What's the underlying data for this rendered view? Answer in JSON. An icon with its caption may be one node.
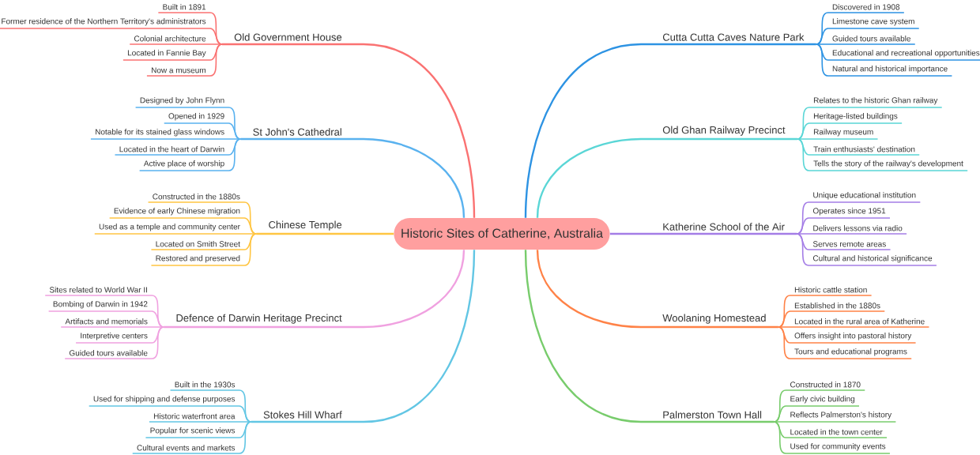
{
  "diagram": {
    "nodes": [
      {
        "text": [
          "Historic Sites of Catherine, Australia"
        ]
      },
      {
        "text": [
          "Old Government House"
        ]
      },
      {
        "text": [
          "Built in 1891"
        ]
      },
      {
        "text": [
          "Former residence of the Northern Territory's administrators"
        ]
      },
      {
        "text": [
          "Colonial architecture"
        ]
      },
      {
        "text": [
          "Located in Fannie Bay"
        ]
      },
      {
        "text": [
          "Now a museum"
        ]
      },
      {
        "text": [
          "St John's Cathedral"
        ]
      },
      {
        "text": [
          "Designed by John Flynn"
        ]
      },
      {
        "text": [
          "Opened in 1929"
        ]
      },
      {
        "text": [
          "Notable for its stained glass windows"
        ]
      },
      {
        "text": [
          "Located in the heart of Darwin"
        ]
      },
      {
        "text": [
          "Active place of worship"
        ]
      },
      {
        "text": [
          "Chinese Temple"
        ]
      },
      {
        "text": [
          "Constructed in the 1880s"
        ]
      },
      {
        "text": [
          "Evidence of early Chinese migration"
        ]
      },
      {
        "text": [
          "Used as a temple and community center"
        ]
      },
      {
        "text": [
          "Located on Smith Street"
        ]
      },
      {
        "text": [
          "Restored and preserved"
        ]
      },
      {
        "text": [
          "Defence of Darwin Heritage Precinct"
        ]
      },
      {
        "text": [
          "Sites related to World War II"
        ]
      },
      {
        "text": [
          "Bombing of Darwin in 1942"
        ]
      },
      {
        "text": [
          "Artifacts and memorials"
        ]
      },
      {
        "text": [
          "Interpretive centers"
        ]
      },
      {
        "text": [
          "Guided tours available"
        ]
      },
      {
        "text": [
          "Stokes Hill Wharf"
        ]
      },
      {
        "text": [
          "Built in the 1930s"
        ]
      },
      {
        "text": [
          "Used for shipping and defense purposes"
        ]
      },
      {
        "text": [
          "Historic waterfront area"
        ]
      },
      {
        "text": [
          "Popular for scenic views"
        ]
      },
      {
        "text": [
          "Cultural events and markets"
        ]
      },
      {
        "text": [
          "Cutta Cutta Caves Nature Park"
        ]
      },
      {
        "text": [
          "Discovered in 1908"
        ]
      },
      {
        "text": [
          "Limestone cave system"
        ]
      },
      {
        "text": [
          "Guided tours available"
        ]
      },
      {
        "text": [
          "Educational and recreational opportunities"
        ]
      },
      {
        "text": [
          "Natural and historical importance"
        ]
      },
      {
        "text": [
          "Old Ghan Railway Precinct"
        ]
      },
      {
        "text": [
          "Relates to the historic Ghan railway"
        ]
      },
      {
        "text": [
          "Heritage-listed buildings"
        ]
      },
      {
        "text": [
          "Railway museum"
        ]
      },
      {
        "text": [
          "Train enthusiasts' destination"
        ]
      },
      {
        "text": [
          "Tells the story of the railway's development"
        ]
      },
      {
        "text": [
          "Katherine School of the Air"
        ]
      },
      {
        "text": [
          "Unique educational institution"
        ]
      },
      {
        "text": [
          "Operates since 1951"
        ]
      },
      {
        "text": [
          "Delivers lessons via radio"
        ]
      },
      {
        "text": [
          "Serves remote areas"
        ]
      },
      {
        "text": [
          "Cultural and historical significance"
        ]
      },
      {
        "text": [
          "Woolaning Homestead"
        ]
      },
      {
        "text": [
          "Historic cattle station"
        ]
      },
      {
        "text": [
          "Established in the 1880s"
        ]
      },
      {
        "text": [
          "Located in the rural area of Katherine"
        ]
      },
      {
        "text": [
          "Offers insight into pastoral history"
        ]
      },
      {
        "text": [
          "Tours and educational programs"
        ]
      },
      {
        "text": [
          "Palmerston Town Hall"
        ]
      },
      {
        "text": [
          "Constructed in 1870"
        ]
      },
      {
        "text": [
          "Early civic building"
        ]
      },
      {
        "text": [
          "Reflects Palmerston's history"
        ]
      },
      {
        "text": [
          "Located in the town center"
        ]
      },
      {
        "text": [
          "Used for community events"
        ]
      }
    ],
    "edges": [
      {
        "from": 0,
        "to": 1,
        "arrow": "none",
        "color": "#fa7272"
      },
      {
        "from": 1,
        "to": 2,
        "arrow": "none",
        "color": "#fa7272"
      },
      {
        "from": 1,
        "to": 3,
        "arrow": "none",
        "color": "#fa7272"
      },
      {
        "from": 1,
        "to": 4,
        "arrow": "none",
        "color": "#fa7272"
      },
      {
        "from": 1,
        "to": 5,
        "arrow": "none",
        "color": "#fa7272"
      },
      {
        "from": 1,
        "to": 6,
        "arrow": "none",
        "color": "#fa7272"
      },
      {
        "from": 0,
        "to": 7,
        "arrow": "none",
        "color": "#5ab2ef"
      },
      {
        "from": 7,
        "to": 8,
        "arrow": "none",
        "color": "#5ab2ef"
      },
      {
        "from": 7,
        "to": 9,
        "arrow": "none",
        "color": "#5ab2ef"
      },
      {
        "from": 7,
        "to": 10,
        "arrow": "none",
        "color": "#5ab2ef"
      },
      {
        "from": 7,
        "to": 11,
        "arrow": "none",
        "color": "#5ab2ef"
      },
      {
        "from": 7,
        "to": 12,
        "arrow": "none",
        "color": "#5ab2ef"
      },
      {
        "from": 0,
        "to": 13,
        "arrow": "none",
        "color": "#ffc542"
      },
      {
        "from": 13,
        "to": 14,
        "arrow": "none",
        "color": "#ffc542"
      },
      {
        "from": 13,
        "to": 15,
        "arrow": "none",
        "color": "#ffc542"
      },
      {
        "from": 13,
        "to": 16,
        "arrow": "none",
        "color": "#ffc542"
      },
      {
        "from": 13,
        "to": 17,
        "arrow": "none",
        "color": "#ffc542"
      },
      {
        "from": 13,
        "to": 18,
        "arrow": "none",
        "color": "#ffc542"
      },
      {
        "from": 0,
        "to": 19,
        "arrow": "none",
        "color": "#f0a1e0"
      },
      {
        "from": 19,
        "to": 20,
        "arrow": "none",
        "color": "#f0a1e0"
      },
      {
        "from": 19,
        "to": 21,
        "arrow": "none",
        "color": "#f0a1e0"
      },
      {
        "from": 19,
        "to": 22,
        "arrow": "none",
        "color": "#f0a1e0"
      },
      {
        "from": 19,
        "to": 23,
        "arrow": "none",
        "color": "#f0a1e0"
      },
      {
        "from": 19,
        "to": 24,
        "arrow": "none",
        "color": "#f0a1e0"
      },
      {
        "from": 0,
        "to": 25,
        "arrow": "none",
        "color": "#62c6e4"
      },
      {
        "from": 25,
        "to": 26,
        "arrow": "none",
        "color": "#62c6e4"
      },
      {
        "from": 25,
        "to": 27,
        "arrow": "none",
        "color": "#62c6e4"
      },
      {
        "from": 25,
        "to": 28,
        "arrow": "none",
        "color": "#62c6e4"
      },
      {
        "from": 25,
        "to": 29,
        "arrow": "none",
        "color": "#62c6e4"
      },
      {
        "from": 25,
        "to": 30,
        "arrow": "none",
        "color": "#62c6e4"
      },
      {
        "from": 0,
        "to": 31,
        "arrow": "none",
        "color": "#2d93e3"
      },
      {
        "from": 31,
        "to": 32,
        "arrow": "none",
        "color": "#2d93e3"
      },
      {
        "from": 31,
        "to": 33,
        "arrow": "none",
        "color": "#2d93e3"
      },
      {
        "from": 31,
        "to": 34,
        "arrow": "none",
        "color": "#2d93e3"
      },
      {
        "from": 31,
        "to": 35,
        "arrow": "none",
        "color": "#2d93e3"
      },
      {
        "from": 31,
        "to": 36,
        "arrow": "none",
        "color": "#2d93e3"
      },
      {
        "from": 0,
        "to": 37,
        "arrow": "none",
        "color": "#5ad6d6"
      },
      {
        "from": 37,
        "to": 38,
        "arrow": "none",
        "color": "#5ad6d6"
      },
      {
        "from": 37,
        "to": 39,
        "arrow": "none",
        "color": "#5ad6d6"
      },
      {
        "from": 37,
        "to": 40,
        "arrow": "none",
        "color": "#5ad6d6"
      },
      {
        "from": 37,
        "to": 41,
        "arrow": "none",
        "color": "#5ad6d6"
      },
      {
        "from": 37,
        "to": 42,
        "arrow": "none",
        "color": "#5ad6d6"
      },
      {
        "from": 0,
        "to": 43,
        "arrow": "none",
        "color": "#a47de6"
      },
      {
        "from": 43,
        "to": 44,
        "arrow": "none",
        "color": "#a47de6"
      },
      {
        "from": 43,
        "to": 45,
        "arrow": "none",
        "color": "#a47de6"
      },
      {
        "from": 43,
        "to": 46,
        "arrow": "none",
        "color": "#a47de6"
      },
      {
        "from": 43,
        "to": 47,
        "arrow": "none",
        "color": "#a47de6"
      },
      {
        "from": 43,
        "to": 48,
        "arrow": "none",
        "color": "#a47de6"
      },
      {
        "from": 0,
        "to": 49,
        "arrow": "none",
        "color": "#ff8247"
      },
      {
        "from": 49,
        "to": 50,
        "arrow": "none",
        "color": "#ff8247"
      },
      {
        "from": 49,
        "to": 51,
        "arrow": "none",
        "color": "#ff8247"
      },
      {
        "from": 49,
        "to": 52,
        "arrow": "none",
        "color": "#ff8247"
      },
      {
        "from": 49,
        "to": 53,
        "arrow": "none",
        "color": "#ff8247"
      },
      {
        "from": 49,
        "to": 54,
        "arrow": "none",
        "color": "#ff8247"
      },
      {
        "from": 0,
        "to": 55,
        "arrow": "none",
        "color": "#78cc6c"
      },
      {
        "from": 55,
        "to": 56,
        "arrow": "none",
        "color": "#78cc6c"
      },
      {
        "from": 55,
        "to": 57,
        "arrow": "none",
        "color": "#78cc6c"
      },
      {
        "from": 55,
        "to": 58,
        "arrow": "none",
        "color": "#78cc6c"
      },
      {
        "from": 55,
        "to": 59,
        "arrow": "none",
        "color": "#78cc6c"
      },
      {
        "from": 55,
        "to": 60,
        "arrow": "none",
        "color": "#78cc6c"
      }
    ]
  }
}
